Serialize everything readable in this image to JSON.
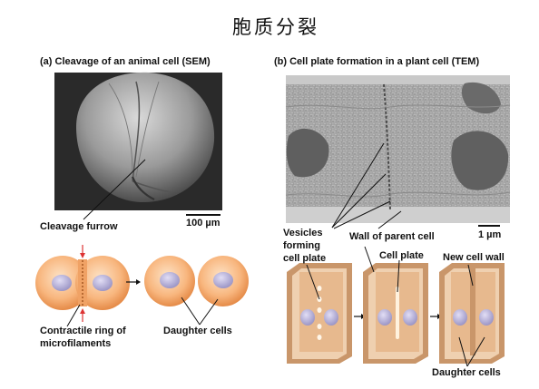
{
  "title": "胞质分裂",
  "panel_a": {
    "heading": "(a) Cleavage of an animal cell (SEM)",
    "label_furrow": "Cleavage furrow",
    "scale_bar": "100 µm",
    "label_ring_line1": "Contractile ring of",
    "label_ring_line2": "microfilaments",
    "label_daughter": "Daughter cells"
  },
  "panel_b": {
    "heading": "(b) Cell plate formation in a plant cell (TEM)",
    "scale_bar": "1 µm",
    "label_vesicles_line1": "Vesicles",
    "label_vesicles_line2": "forming",
    "label_vesicles_line3": "cell plate",
    "label_wall_parent": "Wall of parent cell",
    "label_cell_plate": "Cell plate",
    "label_new_wall": "New cell wall",
    "label_daughter": "Daughter cells"
  },
  "colors": {
    "cell_fill": "#f6b07a",
    "cell_dark": "#e38745",
    "nucleus": "#b8b3d8",
    "plant_wall": "#c9966a",
    "plant_inner": "#efd0b0"
  }
}
